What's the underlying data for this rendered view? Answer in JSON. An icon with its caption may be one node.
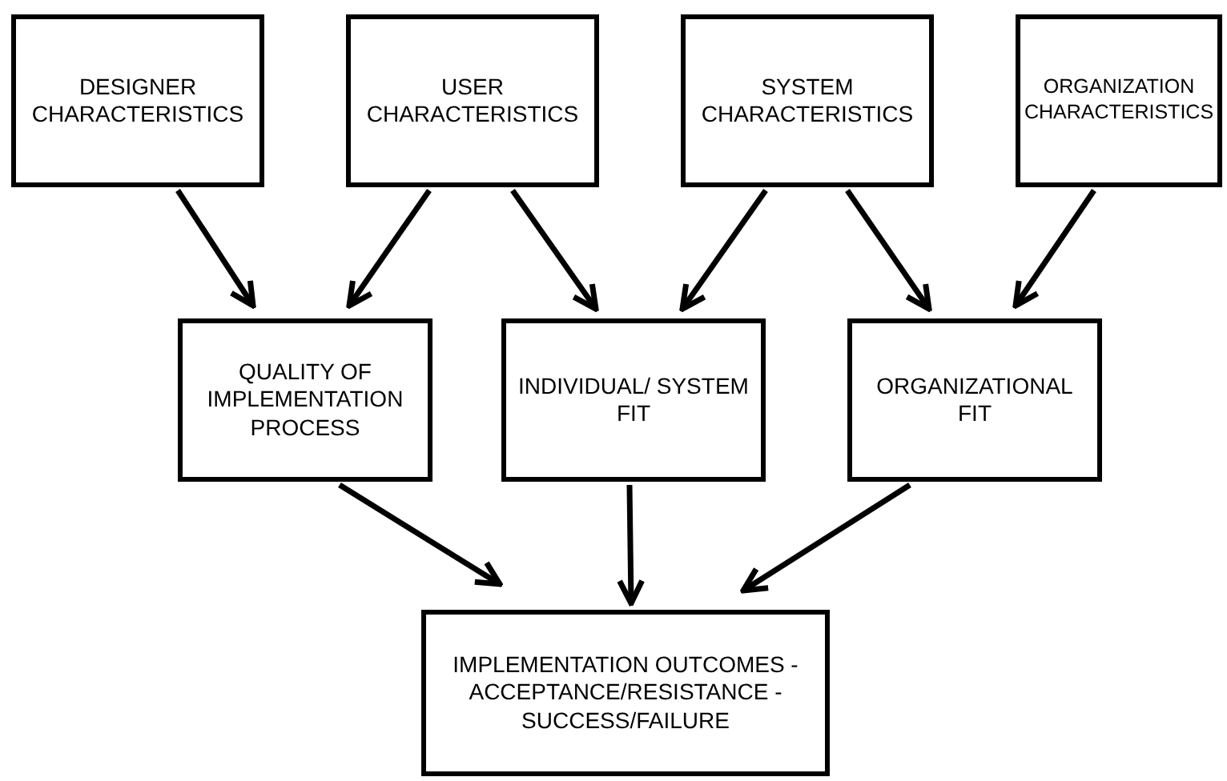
{
  "diagram": {
    "nodes": [
      {
        "text": [
          "DESIGNER CHARACTERISTICS"
        ]
      },
      {
        "text": [
          "USER CHARACTERISTICS"
        ]
      },
      {
        "text": [
          "SYSTEM CHARACTERISTICS"
        ]
      },
      {
        "text": [
          "ORGANIZATION CHARACTERISTICS"
        ]
      },
      {
        "text": [
          "QUALITY OF IMPLEMENTATION PROCESS"
        ]
      },
      {
        "text": [
          "INDIVIDUAL/ SYSTEM FIT"
        ]
      },
      {
        "text": [
          "ORGANIZATIONAL FIT"
        ]
      },
      {
        "text": [
          "IMPLEMENTATION OUTCOMES -ACCEPTANCE/RESISTANCE -SUCCESS/FAILURE"
        ]
      }
    ],
    "edges": [
      {
        "from": 0,
        "to": 4,
        "arrow": "to"
      },
      {
        "from": 1,
        "to": 4,
        "arrow": "to"
      },
      {
        "from": 1,
        "to": 5,
        "arrow": "to"
      },
      {
        "from": 2,
        "to": 5,
        "arrow": "to"
      },
      {
        "from": 2,
        "to": 6,
        "arrow": "to"
      },
      {
        "from": 3,
        "to": 6,
        "arrow": "to"
      },
      {
        "from": 4,
        "to": 7,
        "arrow": "to"
      },
      {
        "from": 5,
        "to": 7,
        "arrow": "to"
      },
      {
        "from": 6,
        "to": 7,
        "arrow": "to"
      }
    ]
  }
}
